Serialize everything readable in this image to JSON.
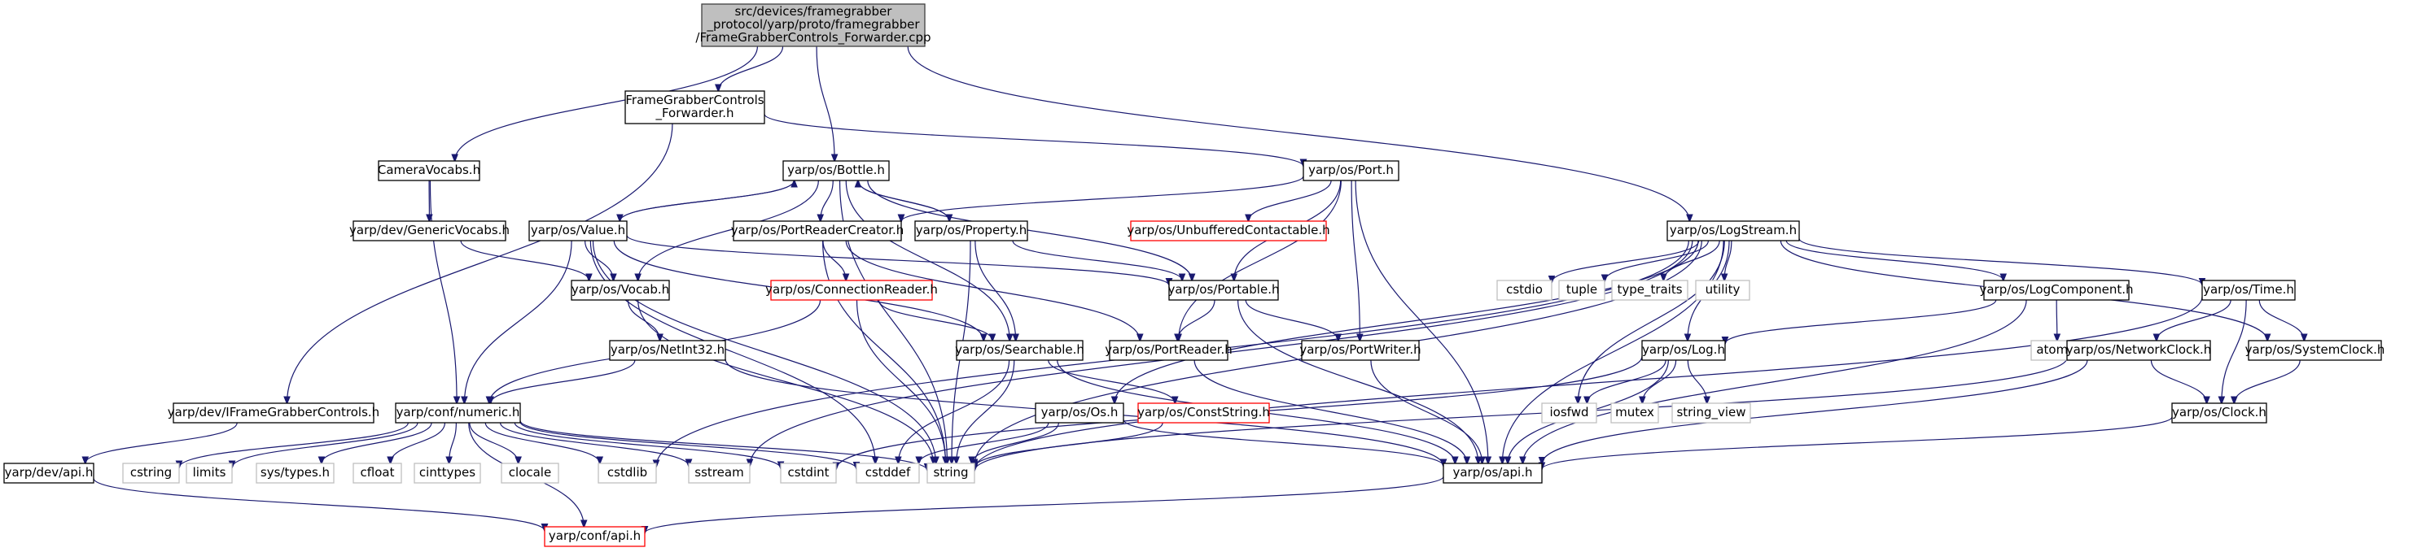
{
  "nodes": [
    {
      "id": "root",
      "lines": [
        "src/devices/framegrabber",
        "_protocol/yarp/proto/framegrabber",
        "/FrameGrabberControls_Forwarder.cpp"
      ],
      "style": "root"
    },
    {
      "id": "fgcf",
      "lines": [
        "FrameGrabberControls",
        "_Forwarder.h"
      ],
      "style": "normal"
    },
    {
      "id": "cameravocabs",
      "lines": [
        "CameraVocabs.h"
      ],
      "style": "normal"
    },
    {
      "id": "bottle",
      "lines": [
        "yarp/os/Bottle.h"
      ],
      "style": "normal"
    },
    {
      "id": "port",
      "lines": [
        "yarp/os/Port.h"
      ],
      "style": "normal"
    },
    {
      "id": "logstream",
      "lines": [
        "yarp/os/LogStream.h"
      ],
      "style": "normal"
    },
    {
      "id": "genericvocabs",
      "lines": [
        "yarp/dev/GenericVocabs.h"
      ],
      "style": "normal"
    },
    {
      "id": "value",
      "lines": [
        "yarp/os/Value.h"
      ],
      "style": "normal"
    },
    {
      "id": "portreadercreator",
      "lines": [
        "yarp/os/PortReaderCreator.h"
      ],
      "style": "normal"
    },
    {
      "id": "property",
      "lines": [
        "yarp/os/Property.h"
      ],
      "style": "normal"
    },
    {
      "id": "unbuffered",
      "lines": [
        "yarp/os/UnbufferedContactable.h"
      ],
      "style": "red"
    },
    {
      "id": "vocab",
      "lines": [
        "yarp/os/Vocab.h"
      ],
      "style": "normal"
    },
    {
      "id": "connectionreader",
      "lines": [
        "yarp/os/ConnectionReader.h"
      ],
      "style": "red"
    },
    {
      "id": "portable",
      "lines": [
        "yarp/os/Portable.h"
      ],
      "style": "normal"
    },
    {
      "id": "cstdio",
      "lines": [
        "cstdio"
      ],
      "style": "leaf"
    },
    {
      "id": "tuple",
      "lines": [
        "tuple"
      ],
      "style": "leaf"
    },
    {
      "id": "type_traits",
      "lines": [
        "type_traits"
      ],
      "style": "leaf"
    },
    {
      "id": "utility",
      "lines": [
        "utility"
      ],
      "style": "leaf"
    },
    {
      "id": "logcomponent",
      "lines": [
        "yarp/os/LogComponent.h"
      ],
      "style": "normal"
    },
    {
      "id": "time",
      "lines": [
        "yarp/os/Time.h"
      ],
      "style": "normal"
    },
    {
      "id": "netint32",
      "lines": [
        "yarp/os/NetInt32.h"
      ],
      "style": "normal"
    },
    {
      "id": "searchable",
      "lines": [
        "yarp/os/Searchable.h"
      ],
      "style": "normal"
    },
    {
      "id": "portreader",
      "lines": [
        "yarp/os/PortReader.h"
      ],
      "style": "normal"
    },
    {
      "id": "portwriter",
      "lines": [
        "yarp/os/PortWriter.h"
      ],
      "style": "normal"
    },
    {
      "id": "log",
      "lines": [
        "yarp/os/Log.h"
      ],
      "style": "normal"
    },
    {
      "id": "atomic",
      "lines": [
        "atomic"
      ],
      "style": "leaf"
    },
    {
      "id": "networkclock",
      "lines": [
        "yarp/os/NetworkClock.h"
      ],
      "style": "normal"
    },
    {
      "id": "systemclock",
      "lines": [
        "yarp/os/SystemClock.h"
      ],
      "style": "normal"
    },
    {
      "id": "ifgc",
      "lines": [
        "yarp/dev/IFrameGrabberControls.h"
      ],
      "style": "normal"
    },
    {
      "id": "numeric",
      "lines": [
        "yarp/conf/numeric.h"
      ],
      "style": "normal"
    },
    {
      "id": "os",
      "lines": [
        "yarp/os/Os.h"
      ],
      "style": "normal"
    },
    {
      "id": "conststring",
      "lines": [
        "yarp/os/ConstString.h"
      ],
      "style": "red"
    },
    {
      "id": "iosfwd",
      "lines": [
        "iosfwd"
      ],
      "style": "leaf"
    },
    {
      "id": "mutex",
      "lines": [
        "mutex"
      ],
      "style": "leaf"
    },
    {
      "id": "string_view",
      "lines": [
        "string_view"
      ],
      "style": "leaf"
    },
    {
      "id": "clock",
      "lines": [
        "yarp/os/Clock.h"
      ],
      "style": "normal"
    },
    {
      "id": "devapi",
      "lines": [
        "yarp/dev/api.h"
      ],
      "style": "normal"
    },
    {
      "id": "cstring",
      "lines": [
        "cstring"
      ],
      "style": "leaf"
    },
    {
      "id": "limits",
      "lines": [
        "limits"
      ],
      "style": "leaf"
    },
    {
      "id": "systypes",
      "lines": [
        "sys/types.h"
      ],
      "style": "leaf"
    },
    {
      "id": "cfloat",
      "lines": [
        "cfloat"
      ],
      "style": "leaf"
    },
    {
      "id": "cinttypes",
      "lines": [
        "cinttypes"
      ],
      "style": "leaf"
    },
    {
      "id": "clocale",
      "lines": [
        "clocale"
      ],
      "style": "leaf"
    },
    {
      "id": "cstdlib",
      "lines": [
        "cstdlib"
      ],
      "style": "leaf"
    },
    {
      "id": "sstream",
      "lines": [
        "sstream"
      ],
      "style": "leaf"
    },
    {
      "id": "cstdint",
      "lines": [
        "cstdint"
      ],
      "style": "leaf"
    },
    {
      "id": "cstddef",
      "lines": [
        "cstddef"
      ],
      "style": "leaf"
    },
    {
      "id": "string",
      "lines": [
        "string"
      ],
      "style": "leaf"
    },
    {
      "id": "osapi",
      "lines": [
        "yarp/os/api.h"
      ],
      "style": "normal"
    },
    {
      "id": "confapi",
      "lines": [
        "yarp/conf/api.h"
      ],
      "style": "red"
    }
  ],
  "edges": [
    [
      "root",
      "fgcf"
    ],
    [
      "root",
      "cameravocabs"
    ],
    [
      "root",
      "bottle"
    ],
    [
      "root",
      "logstream"
    ],
    [
      "fgcf",
      "ifgc"
    ],
    [
      "fgcf",
      "port"
    ],
    [
      "cameravocabs",
      "genericvocabs"
    ],
    [
      "cameravocabs",
      "numeric"
    ],
    [
      "genericvocabs",
      "vocab"
    ],
    [
      "bottle",
      "value"
    ],
    [
      "bottle",
      "portreadercreator"
    ],
    [
      "bottle",
      "property"
    ],
    [
      "bottle",
      "vocab"
    ],
    [
      "bottle",
      "searchable"
    ],
    [
      "bottle",
      "portable"
    ],
    [
      "bottle",
      "string"
    ],
    [
      "port",
      "unbuffered"
    ],
    [
      "port",
      "portreadercreator"
    ],
    [
      "port",
      "portable"
    ],
    [
      "port",
      "portreader"
    ],
    [
      "port",
      "portwriter"
    ],
    [
      "port",
      "osapi"
    ],
    [
      "value",
      "bottle"
    ],
    [
      "value",
      "vocab"
    ],
    [
      "value",
      "searchable"
    ],
    [
      "value",
      "portable"
    ],
    [
      "value",
      "numeric"
    ],
    [
      "value",
      "string"
    ],
    [
      "value",
      "cstddef"
    ],
    [
      "portreadercreator",
      "connectionreader"
    ],
    [
      "portreadercreator",
      "portreader"
    ],
    [
      "portreadercreator",
      "string"
    ],
    [
      "property",
      "bottle"
    ],
    [
      "property",
      "portable"
    ],
    [
      "property",
      "searchable"
    ],
    [
      "property",
      "string"
    ],
    [
      "connectionreader",
      "searchable"
    ],
    [
      "connectionreader",
      "numeric"
    ],
    [
      "connectionreader",
      "string"
    ],
    [
      "vocab",
      "netint32"
    ],
    [
      "vocab",
      "string"
    ],
    [
      "netint32",
      "numeric"
    ],
    [
      "netint32",
      "osapi"
    ],
    [
      "searchable",
      "conststring"
    ],
    [
      "searchable",
      "string"
    ],
    [
      "searchable",
      "osapi"
    ],
    [
      "searchable",
      "cstddef"
    ],
    [
      "portable",
      "portreader"
    ],
    [
      "portable",
      "portwriter"
    ],
    [
      "portable",
      "osapi"
    ],
    [
      "portreader",
      "osapi"
    ],
    [
      "portwriter",
      "osapi"
    ],
    [
      "logstream",
      "cstdio"
    ],
    [
      "logstream",
      "tuple"
    ],
    [
      "logstream",
      "type_traits"
    ],
    [
      "logstream",
      "utility"
    ],
    [
      "logstream",
      "logcomponent"
    ],
    [
      "logstream",
      "time"
    ],
    [
      "logstream",
      "systemclock"
    ],
    [
      "logstream",
      "log"
    ],
    [
      "logstream",
      "iosfwd"
    ],
    [
      "logstream",
      "os"
    ],
    [
      "logstream",
      "string"
    ],
    [
      "logstream",
      "sstream"
    ],
    [
      "logstream",
      "cstdlib"
    ],
    [
      "logstream",
      "osapi"
    ],
    [
      "logcomponent",
      "log"
    ],
    [
      "logcomponent",
      "atomic"
    ],
    [
      "logcomponent",
      "osapi"
    ],
    [
      "log",
      "iosfwd"
    ],
    [
      "log",
      "mutex"
    ],
    [
      "log",
      "string_view"
    ],
    [
      "log",
      "cstdint"
    ],
    [
      "log",
      "osapi"
    ],
    [
      "time",
      "networkclock"
    ],
    [
      "time",
      "systemclock"
    ],
    [
      "time",
      "clock"
    ],
    [
      "time",
      "string"
    ],
    [
      "networkclock",
      "clock"
    ],
    [
      "networkclock",
      "osapi"
    ],
    [
      "networkclock",
      "string"
    ],
    [
      "systemclock",
      "clock"
    ],
    [
      "clock",
      "osapi"
    ],
    [
      "os",
      "string"
    ],
    [
      "os",
      "osapi"
    ],
    [
      "os",
      "cstddef"
    ],
    [
      "conststring",
      "string"
    ],
    [
      "ifgc",
      "devapi"
    ],
    [
      "devapi",
      "confapi"
    ],
    [
      "numeric",
      "cstring"
    ],
    [
      "numeric",
      "limits"
    ],
    [
      "numeric",
      "systypes"
    ],
    [
      "numeric",
      "cfloat"
    ],
    [
      "numeric",
      "cinttypes"
    ],
    [
      "numeric",
      "clocale"
    ],
    [
      "numeric",
      "cstdlib"
    ],
    [
      "numeric",
      "sstream"
    ],
    [
      "numeric",
      "cstdint"
    ],
    [
      "numeric",
      "cstddef"
    ],
    [
      "numeric",
      "string"
    ],
    [
      "numeric",
      "confapi"
    ],
    [
      "osapi",
      "confapi"
    ]
  ]
}
